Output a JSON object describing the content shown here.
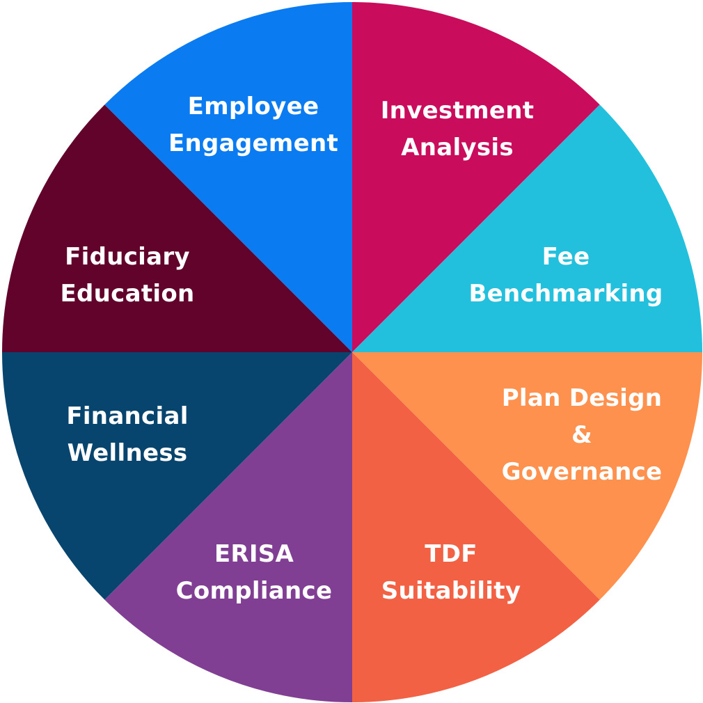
{
  "wheel": {
    "segments": [
      {
        "key": "investment",
        "lines": [
          "Investment",
          "Analysis"
        ],
        "color": "#C90C5B"
      },
      {
        "key": "fee",
        "lines": [
          "Fee",
          "Benchmarking"
        ],
        "color": "#22C0DD"
      },
      {
        "key": "plan",
        "lines": [
          "Plan Design",
          "&",
          "Governance"
        ],
        "color": "#FF914F"
      },
      {
        "key": "tdf",
        "lines": [
          "TDF",
          "Suitability"
        ],
        "color": "#F26143"
      },
      {
        "key": "erisa",
        "lines": [
          "ERISA",
          "Compliance"
        ],
        "color": "#813F93"
      },
      {
        "key": "wellness",
        "lines": [
          "Financial",
          "Wellness"
        ],
        "color": "#08456E"
      },
      {
        "key": "fiduciary",
        "lines": [
          "Fiduciary",
          "Education"
        ],
        "color": "#62032C"
      },
      {
        "key": "engagement",
        "lines": [
          "Employee",
          "Engagement"
        ],
        "color": "#0A7BF0"
      }
    ]
  }
}
